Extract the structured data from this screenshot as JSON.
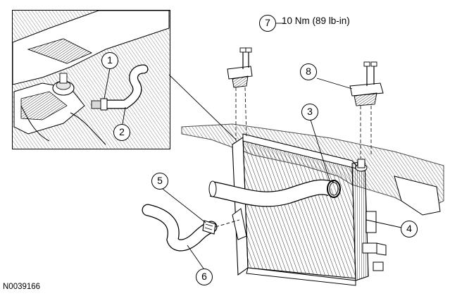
{
  "figure_id": "N0039166",
  "torque_spec": "10 Nm (89 lb-in)",
  "callouts": {
    "c1": "1",
    "c2": "2",
    "c3": "3",
    "c4": "4",
    "c5": "5",
    "c6": "6",
    "c7": "7",
    "c8": "8"
  },
  "colors": {
    "line": "#000000",
    "background": "#ffffff",
    "hatch": "#4a4a4a"
  }
}
